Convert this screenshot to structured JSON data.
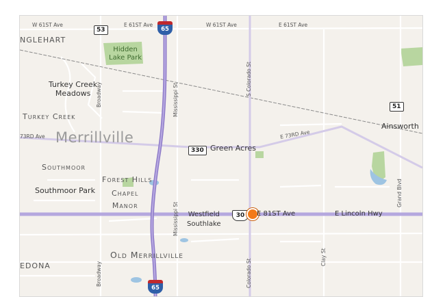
{
  "map": {
    "labels": {
      "w61_left": "W 61ST Ave",
      "e61_mid": "E 61ST Ave",
      "w61_right": "W 61ST Ave",
      "e61_right": "E 61ST Ave",
      "inglehart": "NGLEHART",
      "hidden_lake_park": "Hidden\nLake Park",
      "turkey_creek_meadows": "Turkey Creek\nMeadows",
      "turkey_creek": "Turkey Creek",
      "e73rd_left": "73RD Ave",
      "merrillville": "Merrillville",
      "green_acres": "Green Acres",
      "e73rd_right": "E 73RD Ave",
      "ainsworth": "Ainsworth",
      "southmoor": "Southmoor",
      "forest_hills": "Forest Hills",
      "southmoor_park": "Southmoor Park",
      "chapel_manor": "Chapel\nManor",
      "westfield_southlake": "Westfield\nSouthlake",
      "e81st": "E 81ST Ave",
      "e_lincoln_hwy": "E Lincoln Hwy",
      "old_merrillville": "Old Merrillville",
      "edona": "EDONA",
      "broadway_top": "Broadway",
      "broadway_bottom": "Broadway",
      "mississippi_top": "Mississippi St",
      "mississippi_bottom": "Mississippi St",
      "colorado_top": "S Colorado St",
      "colorado_bottom": "Colorado St",
      "clay_st": "Clay St",
      "grand_blvd": "Grand Blvd"
    },
    "shields": {
      "sr53": "53",
      "sr51": "51",
      "sr330": "330",
      "us30": "30",
      "i65_top": "65",
      "i65_bottom": "65"
    },
    "colors": {
      "background": "#f4f1ec",
      "interstate": "#a493d2",
      "major_road": "#c7bde6",
      "minor_road": "#ffffff",
      "park": "#b8d6a0",
      "water": "#9ec4e2",
      "railway": "#8a8a8a",
      "pin": "#f37a18"
    }
  }
}
